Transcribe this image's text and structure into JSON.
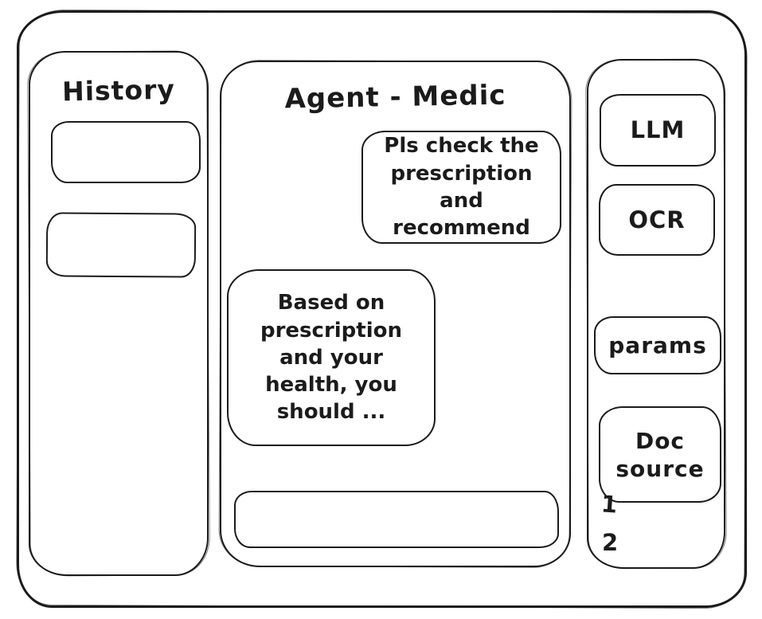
{
  "colors": {
    "ink": "#1b1b1b",
    "background": "#ffffff"
  },
  "history": {
    "title": "History",
    "items": [
      {
        "label": ""
      },
      {
        "label": ""
      }
    ]
  },
  "chat": {
    "title": "Agent - Medic",
    "messages": [
      {
        "role": "user",
        "text": "Pls check the prescription and recommend"
      },
      {
        "role": "agent",
        "text": "Based on prescription and your health, you should ..."
      }
    ],
    "input": {
      "value": "",
      "placeholder": ""
    }
  },
  "tools": {
    "buttons": [
      {
        "label": "LLM"
      },
      {
        "label": "OCR"
      },
      {
        "label": "params"
      },
      {
        "label": "Doc source"
      }
    ],
    "doc_sources": [
      "1",
      "2"
    ]
  }
}
